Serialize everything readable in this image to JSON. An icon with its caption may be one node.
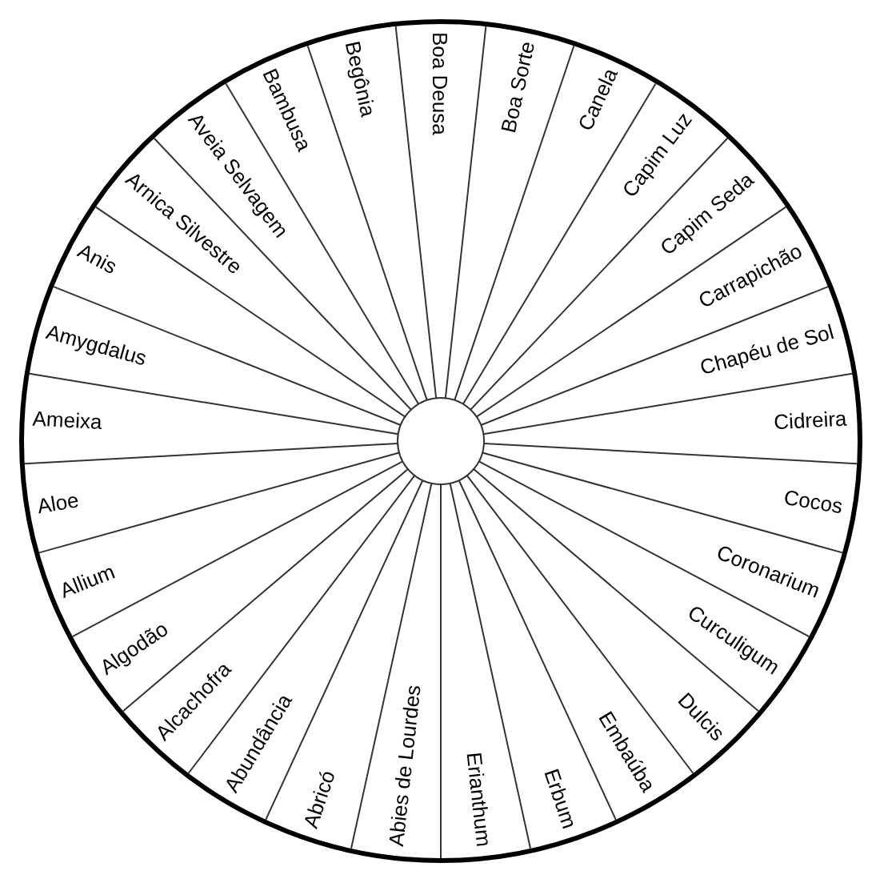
{
  "diagram": {
    "nodes": [
      {
        "text": [
          "Boa Deusa",
          "Boa Sorte",
          "Canela",
          "Capim Luz",
          "Capim Seda",
          "Carrapichão",
          "Chapéu de Sol",
          "Cidreira",
          "Cocos",
          "Coronarium",
          "Curculigum",
          "Dulcis",
          "Embaúba",
          "Erbum",
          "Erianthum",
          "Abies de Lourdes",
          "Abricó",
          "Abundância",
          "Alcachofra",
          "Algodão",
          "Allium",
          "Aloe",
          "Ameixa",
          "Amygdalus",
          "Anis",
          "Arnica Silvestre",
          "Aveia Selvagem",
          "Bambusa",
          "Begônia"
        ]
      }
    ]
  }
}
